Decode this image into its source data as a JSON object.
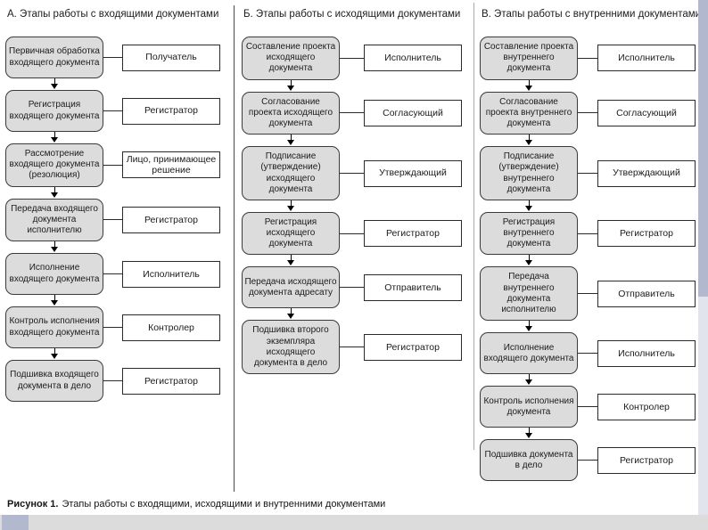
{
  "caption": {
    "label": "Рисунок 1.",
    "text": "Этапы работы с входящими, исходящими и внутренними документами"
  },
  "colors": {
    "box_fill": "#dcdcdc",
    "box_border": "#3a3a3a",
    "accent_strip": "#b2b8ce",
    "bottom_strip": "#dcdcdc"
  },
  "columns": [
    {
      "title": "А. Этапы работы с входящими документами",
      "rows": [
        {
          "stage": "Первичная обработка входящего документа",
          "role": "Получатель"
        },
        {
          "stage": "Регистрация входящего документа",
          "role": "Регистратор"
        },
        {
          "stage": "Рассмотрение входящего документа (резолюция)",
          "role": "Лицо, принимающее решение"
        },
        {
          "stage": "Передача входящего документа исполнителю",
          "role": "Регистратор"
        },
        {
          "stage": "Исполнение входящего документа",
          "role": "Исполнитель"
        },
        {
          "stage": "Контроль исполнения входящего документа",
          "role": "Контролер"
        },
        {
          "stage": "Подшивка входящего документа в дело",
          "role": "Регистратор"
        }
      ]
    },
    {
      "title": "Б. Этапы работы с исходящими документами",
      "rows": [
        {
          "stage": "Составление проекта исходящего документа",
          "role": "Исполнитель"
        },
        {
          "stage": "Согласование проекта исходящего документа",
          "role": "Согласующий"
        },
        {
          "stage": "Подписание (утверждение) исходящего документа",
          "role": "Утверждающий"
        },
        {
          "stage": "Регистрация исходящего документа",
          "role": "Регистратор"
        },
        {
          "stage": "Передача исходящего документа адресату",
          "role": "Отправитель"
        },
        {
          "stage": "Подшивка второго экземпляра исходящего документа в дело",
          "role": "Регистратор"
        }
      ]
    },
    {
      "title": "В. Этапы работы с внутренними документами",
      "rows": [
        {
          "stage": "Составление проекта внутреннего документа",
          "role": "Исполнитель"
        },
        {
          "stage": "Согласование проекта внутреннего документа",
          "role": "Согласующий"
        },
        {
          "stage": "Подписание (утверждение) внутреннего документа",
          "role": "Утверждающий"
        },
        {
          "stage": "Регистрация внутреннего документа",
          "role": "Регистратор"
        },
        {
          "stage": "Передача внутреннего документа исполнителю",
          "role": "Отправитель"
        },
        {
          "stage": "Исполнение входящего документа",
          "role": "Исполнитель"
        },
        {
          "stage": "Контроль исполнения документа",
          "role": "Контролер"
        },
        {
          "stage": "Подшивка документа в дело",
          "role": "Регистратор"
        }
      ]
    }
  ]
}
